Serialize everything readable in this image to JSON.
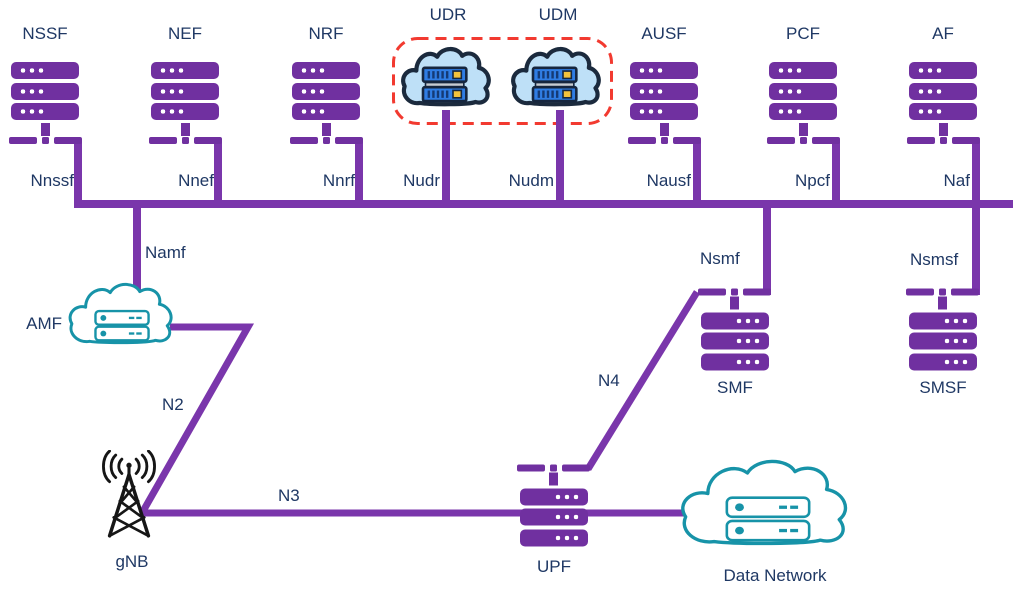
{
  "colors": {
    "node_purple": "#7030A0",
    "link_purple": "#7A36AB",
    "label_navy": "#1F3864",
    "teal": "#1793A8",
    "red_outline": "#F23A30",
    "cloud_fill_blue": "#BEE0F7",
    "server_blue": "#2F7DE4",
    "server_yellow": "#F3C23C",
    "tower_black": "#161616"
  },
  "top_nodes": [
    {
      "id": "nssf",
      "label": "NSSF",
      "interface": "Nnssf",
      "icon": "server-stack"
    },
    {
      "id": "nef",
      "label": "NEF",
      "interface": "Nnef",
      "icon": "server-stack"
    },
    {
      "id": "nrf",
      "label": "NRF",
      "interface": "Nnrf",
      "icon": "server-stack"
    },
    {
      "id": "udr",
      "label": "UDR",
      "interface": "Nudr",
      "icon": "cloud-database"
    },
    {
      "id": "udm",
      "label": "UDM",
      "interface": "Nudm",
      "icon": "cloud-database"
    },
    {
      "id": "ausf",
      "label": "AUSF",
      "interface": "Nausf",
      "icon": "server-stack"
    },
    {
      "id": "pcf",
      "label": "PCF",
      "interface": "Npcf",
      "icon": "server-stack"
    },
    {
      "id": "af",
      "label": "AF",
      "interface": "Naf",
      "icon": "server-stack"
    }
  ],
  "bottom": {
    "amf": {
      "label": "AMF",
      "interface": "Namf",
      "icon": "cloud-servers"
    },
    "smf": {
      "label": "SMF",
      "interface": "Nsmf",
      "icon": "server-stack"
    },
    "smsf": {
      "label": "SMSF",
      "interface": "Nsmsf",
      "icon": "server-stack"
    },
    "upf": {
      "label": "UPF",
      "icon": "server-stack"
    },
    "gnb": {
      "label": "gNB",
      "icon": "radio-tower"
    },
    "data_network": {
      "label": "Data Network",
      "icon": "cloud-servers"
    }
  },
  "reference_points": {
    "n2": "N2",
    "n3": "N3",
    "n4": "N4"
  }
}
